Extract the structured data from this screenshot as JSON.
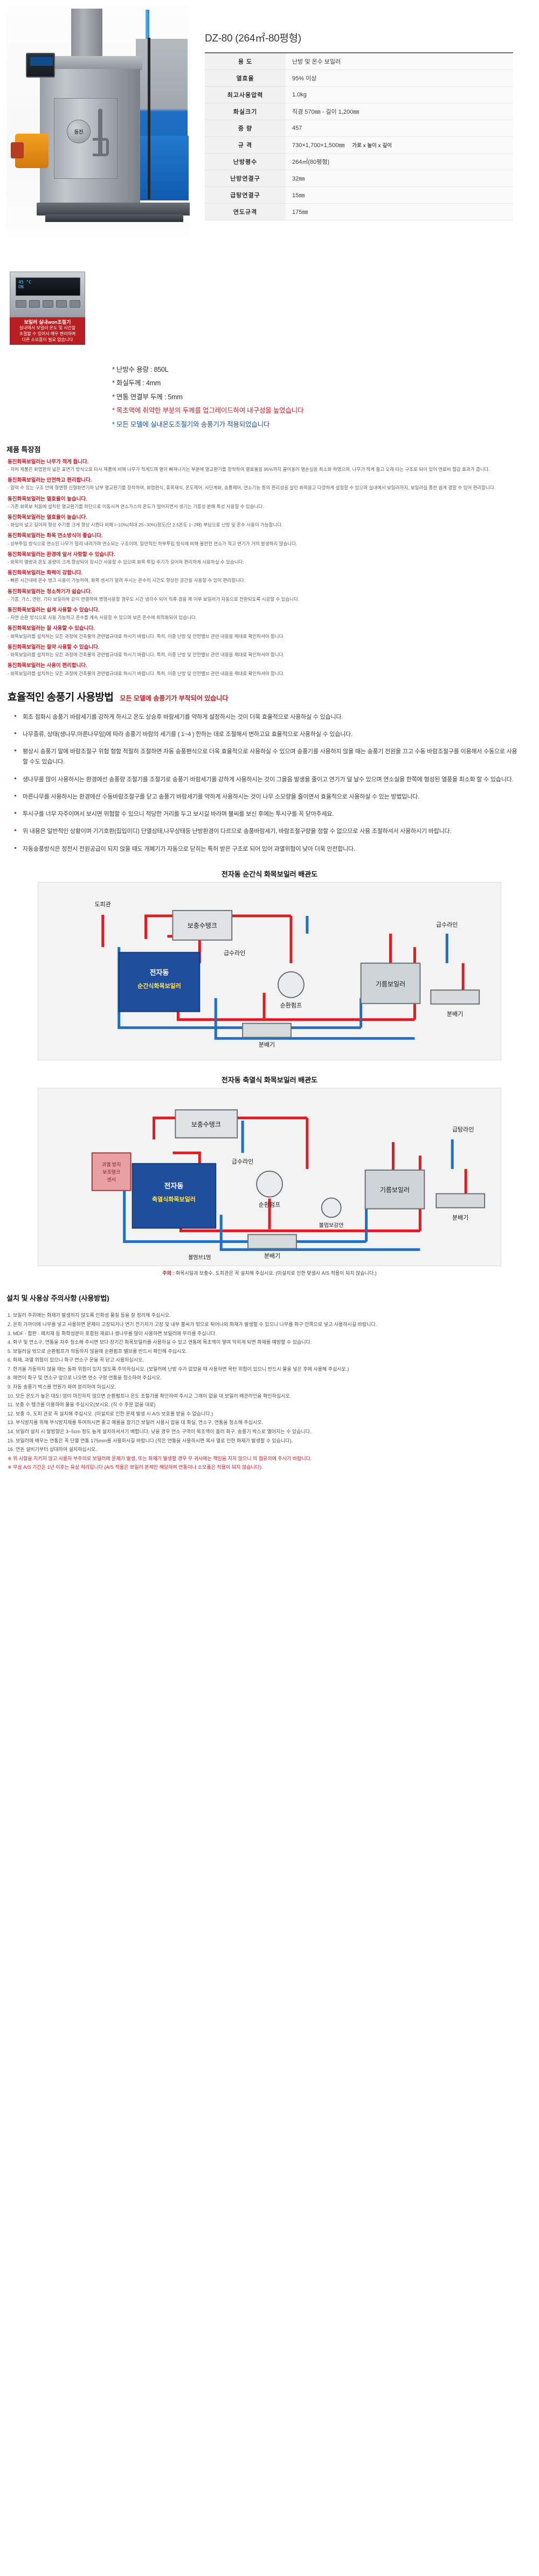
{
  "product": {
    "model_title": "DZ-80 (264㎡-80평형)",
    "photo_alt": "boiler-photo",
    "control_panel": {
      "screen_line1": "45 °C",
      "screen_line2": "ON",
      "caption_line1": "보일러 실내won조절기",
      "caption_line2": "실내에서 보일러 온도 및 시간을",
      "caption_line3": "조절할 수 있어서 매우 편리하며",
      "caption_line4": "다른 소모품이 필요 없습니다"
    }
  },
  "spec_table": {
    "rows": [
      {
        "label": "용 도",
        "value": "난방 및 온수 보일러",
        "note": ""
      },
      {
        "label": "열효율",
        "value": "95% 이상",
        "note": ""
      },
      {
        "label": "최고사용압력",
        "value": "1.0kg",
        "note": ""
      },
      {
        "label": "화실크기",
        "value": "직경 570㎜ - 길이 1,200㎜",
        "note": ""
      },
      {
        "label": "중 량",
        "value": "457",
        "note": ""
      },
      {
        "label": "규 격",
        "value": "730×1,700×1,500㎜",
        "note": "가로 x 높이 x 깊이"
      },
      {
        "label": "난방평수",
        "value": "264㎡(80평형)",
        "note": ""
      },
      {
        "label": "난방연결구",
        "value": "32㎜",
        "note": ""
      },
      {
        "label": "급탕연결구",
        "value": "15㎜",
        "note": ""
      },
      {
        "label": "연도규격",
        "value": "175㎜",
        "note": ""
      }
    ]
  },
  "bullets": [
    {
      "text": "* 난방수 용량 : 850L",
      "style": "normal"
    },
    {
      "text": "* 화실두께 : 4mm",
      "style": "normal"
    },
    {
      "text": "* 연통 연결부 두께 : 5mm",
      "style": "normal"
    },
    {
      "text": "* 목초액에 취약한 부분의 두께를 업그레이드하여 내구성을 높였습니다",
      "style": "red"
    },
    {
      "text": "* 모든 모델에 실내온도조절기와 송풍기가 적용되었습니다",
      "style": "blue"
    }
  ],
  "features": {
    "title": "제품 특장점",
    "items": [
      {
        "h": "동진화목보일러는 나무가 적게 듭니다.",
        "b": "- 저희 제품은 화염판의 넓은 표면기 방식으로 타사 제품에 비해 나무가 적게드며 열이 빠져나가는 부분에 열교환기를 장착하여 열효율을 95%까지 끌어올려 열손실을 최소화 하였으며, 나무가 적게 들고 오래 타는 구조로 되어 있어 연료비 절감 효과가 큽니다."
      },
      {
        "h": "동진화목보일러는 안전하고 편리합니다.",
        "b": "- 압력 수 있는 구조 안에 형변형 신형화면기와 남부 열교환기를 장착하여, 화염판식, 휴목재식, 온도제어, 사단계화, 송풍제어, 연소기능 등의 편리성을 살린 화목용고 다양하게 설정할 수 있으며 실내에서 보일러까지, 보일러실 통한 쉽게 결할 수 있어 편리합니다."
      },
      {
        "h": "동진화목보일러는 열효율이 높습니다.",
        "b": "- 기존 화목보 처음에 설치된 열교환기를 하단으로 이동시켜 연소가스의 온도가 떨어지면서 생기는 기름성 분해 특성 사용할 수 있습니다."
      },
      {
        "h": "동진화목보일러는 열효율이 높습니다.",
        "b": "- 화실의 넓고 길어져 형성 주기를 크게 향상 시켰다 비해 l~10%(최대 25~30%)정도(단 2.5온도 1~2배) 부담으로 난방 및 온수 사용이 가능합니다."
      },
      {
        "h": "동진화목보일러는 화목 연소방식이 좋습니다.",
        "b": "- 상부투입 방식으로 연소된 나무가 밀려 내려가며 연소되는 구조이며, 일반적인 하부투입 방식에 비해 불완전 연소가 적고 연기가 거의 발생하지 않습니다."
      },
      {
        "h": "동진화목보일러는 환경에 앞서 사랑할 수 있습니다.",
        "b": "- 화목의 열량과 온도 용량이 크게 향상되어 장시간 사용할 수 있으며 화목 투입 주기가 길어져 편리하게 사용하실 수 있습니다."
      },
      {
        "h": "동진화목보일러는 화력이 강합니다.",
        "b": "- 빠른 시간내에 온수 탱크 사용이 가능하며, 화목 센서가 알려 주시는 온수의 시간도 향상된 공간을 사용할 수 있어 편리합니다."
      },
      {
        "h": "동진화목보일러는 청소하기가 쉽습니다.",
        "b": "- 기름, 가스, 연탄, 기타 보일러와 같이 연결하여 병행사용할 경우도 시간 냉각수 되어 직류 겸용 제 어부 보일러가 자동으로 전환되도록 시공할 수 있습니다."
      },
      {
        "h": "동진화목보일러는 쉽게 사용할 수 있습니다.",
        "b": "- 자연 순환 방식으로 사용 가능하고 온수를 계속 사용할 수 있으며 보온 온수에 최적화되어 있습니다."
      },
      {
        "h": "동진화목보일러는 잘 사용할 수 있습니다.",
        "b": "- 화목보일러를 설치하는 모든 과정에 건축물의 관련법규대로 하시기 바랍니다. 특히, 이중 난방 및 안전밸브 관련 내용을 제대로 확인하셔야 합니다."
      },
      {
        "h": "동진화목보일러는 절약 사용할 수 있습니다.",
        "b": "- 화목보일러를 설치하는 모든 과정에 건축물의 관련법규대로 하시기 바랍니다. 특히, 이중 난방 및 안전밸브 관련 내용을 제대로 확인하셔야 합니다."
      },
      {
        "h": "동진화목보일러는 사용이 편리합니다.",
        "b": "- 화목보일러를 설치하는 모든 과정에 건축물의 관련법규대로 하시기 바랍니다. 특히, 이중 난방 및 안전밸브 관련 내용을 제대로 확인하셔야 합니다."
      }
    ]
  },
  "blower": {
    "title": "효율적인 송풍기 사용방법",
    "badge": "모든 모델에 송풍기가 부착되어 있습니다",
    "items": [
      "회초 점화시 송풍기 바람세기를 강하게 하시고 온도 상승후 바람세기를 약하게 설정하시는 것이 더욱 효율적으로 사용하실 수 있습니다.",
      "나무종류, 상태(생나무,마른나무임)에 따라 송풍기 바람의 세기를 ( 1~4 ) 한하는 데로 조절해서 변하고요 효율적으로 사용하실 수 있습니다.",
      "평상시 송풍기 말에 바람조절구 위험 형함 적절히 조절하면 자동 송풍팬식으로 더욱 효율적으로 사용하실 수 있으며 송풍기를 사용하지 않을 때는 송풍기 전원을 끄고 수동 바람조절구를 이용해서 수동으로 사용할 수도 있습니다.",
      "생나무를 많이 사용하시는 환경에선 송풍량 조절기를 조절기로 송풍기 바람세기를 강하게 사용하시는 것이 그을음 발생을 줄이고 연기가 덜 날수 있으며 연소실을 한쪽에 형성된 열풍을 최소화 할 수 있습니다.",
      "마른나무를 사용하시는 환경에선 수동바람조절구를 닫고 송풍기 바람세기를 약하게 사용하시는 것이 나무 소모량을 줄이면서 효율적으로 사용하실 수 있는 방법입니다.",
      "투시구를 너무 자주이며서 보시면 위험할 수 있으니 적당한 거리를 두고 보시길 바라며 불씨를 보신 후에는 투시구를 꼭 닫아주세요.",
      "위 내용은 일반적인 상황이며 기기호환(집입미디) 단열상태,나무상태등 난방환경이 다르므로 송풍바람세기, 바람조절구량을 정할 수 없으므로 사용 조절하셔서 사용하시기 바랍니다.",
      "자동송풍방식은 정전시 전원공급이 되지 않을 때도 개폐기가 자동으로 닫히는 특허 받은 구조로 되어 있어 과열위험이 낮아 더욱 안전합니다."
    ]
  },
  "diagram1": {
    "title": "전자동 순간식 화목보일러 배관도",
    "labels": [
      "도피관",
      "보충수탱크",
      "급수라인",
      "급수라인",
      "전자동\n순간식화목보일러",
      "순환펌프",
      "기름보일러",
      "분배기",
      "분배기"
    ]
  },
  "diagram2": {
    "title": "전자동 축열식 화목보일러 배관도",
    "labels": [
      "보충수탱크",
      "과열 방지\n보조탱크\n센서",
      "급수라인",
      "급탕라인",
      "전자동\n축열식화목보일러",
      "순환펌프",
      "순환펌프",
      "기름보일러",
      "볼멈보강안",
      "분배기",
      "분배기",
      "볼멈브1멈"
    ],
    "note_prefix": "주의 :",
    "note": "화목시일과 보충수, 도피관은 꼭 설치해 주십시요. (미설치로 인한 맞샘사 A/S 적용이 되지 않습니다.)"
  },
  "cautions": {
    "title": "설치 및 사용상 주의사항 (사용방법)",
    "items": [
      {
        "t": "1. 보일러 주위에는 화재가 발생하지 않도록 인화성 물질 등을 잘 정리해 주십시오.",
        "warn": false
      },
      {
        "t": "2. 온취 가까이에 나무를 넣고 사용하면 문제이 고장되거나 연기 전기차가 고장 및 내부 불씨가 밖으로 튀어나와 화재가 발생할 수 있으니 나무를 화구 안쪽으로 넣고 사용하시길 바랍니다.",
        "warn": false
      },
      {
        "t": "3. MDF · 합판 · 페치재 등 화학성분이 포함된 재료나 생나무를 많이 사용하면 보일러에 무리를 주십니다.",
        "warn": false
      },
      {
        "t": "4. 화구 및 연소구, 연통을 자주 청소해 주시면 보다 장기간 화목보일러를 사용하실 수 있고 연통에 목초액이 쌓여 막히게 되면 화재를 예방할 수 있습니다.",
        "warn": false
      },
      {
        "t": "5. 보일러실 밖으로 순환펌프가 작동하지 않을때 순환펌프 밸브를 반드시 확인해 주십시오.",
        "warn": false
      },
      {
        "t": "6. 화재, 과열 위험이 있으니 화구 연소구 문을 꼭 닫고 사용하십시오.",
        "warn": false
      },
      {
        "t": "7. 한겨울 가동하지 않을 때는 동파 위험이 있지 않도록 주의하십시오. (보일러에 난방 수가 없었을 때 사용하면 목탄 위험이 있으니 반드시 물을 넣은 후에 사용해 주십시오.)",
        "warn": false
      },
      {
        "t": "8. 애연이 화구 및 연소구 앞으로 나오면 연소 구멍 연통을 청소하여 주십시오.",
        "warn": false
      },
      {
        "t": "9. 자동 송풍기 박스를 전원가 와여 분리하여 마십시오.",
        "warn": false
      },
      {
        "t": "10. 모든 온도가 높은 대도! 엄이 마친하지 않으면 순환펌프나 온도 조절기를 확인하여 주시고 그래이 없을 대 보일러 배관라인을 확인하십시오.",
        "warn": false
      },
      {
        "t": "11. 보충 수 탱크를 이용하여 물을 주십시오(보시요. (직 수 주문 없을 대로)",
        "warn": false
      },
      {
        "t": "12. 보충 수, 도피 관로 꼭 설치해 주십시오. (미설치로 인한 문제 발생 시 A/S 보호를 받을 수 없습니다.)",
        "warn": false
      },
      {
        "t": "13. 부식방지를 위해 부식방지제를 투여하시면 좋고 예를을 참기간 보일러 사용시 압을 대 화실, 연소구, 연통을 청소해 주십시오.",
        "warn": false
      },
      {
        "t": "14. 보일러 설치 시 말방향은 3~5cm 정도 높게 설치하셔서기 배합니다. 낮을 경우 연소 구역이 목초액이 흘러 화구, 송풍기 박스로 옐어지는 수 있습니다.",
        "warn": false
      },
      {
        "t": "15. 보일러에 배우는 연통은 꼭 단열 연통 175mm를 사용하시길 바랍니다 (작은 연통을 사용하시면 복사 열로 인한 화재가 발생할 수 있습니다).",
        "warn": false
      },
      {
        "t": "16. 연돈 설비기부터 상대하여 설치하십시오.",
        "warn": false
      },
      {
        "t": "※ 위 사항을 지키지 않고 사용자 부주의로 보일러에 문제가 발생, 또는 화재가 발생할 경우 무 귀사에는 책임을 지지 않으니 의 점유의에 주시기 바랍니다.",
        "warn": true
      },
      {
        "t": "※ 무상 A/S 기간은 1년 이후는 유상 처리입니다 (A/S 적용은 보일러 본체만 해당하여 연통이나 소모품은 적용이 되지 않습니다).",
        "warn": true
      }
    ]
  }
}
